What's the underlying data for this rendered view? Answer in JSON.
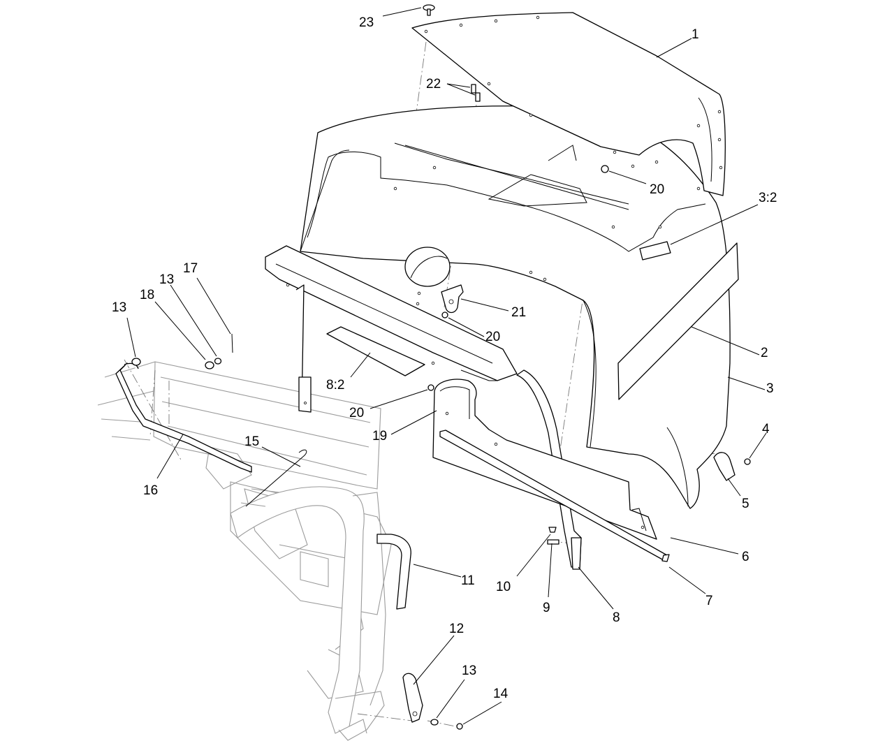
{
  "diagram": {
    "callouts": [
      {
        "id": "c1",
        "text": "1"
      },
      {
        "id": "c2",
        "text": "2"
      },
      {
        "id": "c3",
        "text": "3"
      },
      {
        "id": "c3b",
        "text": "3:2"
      },
      {
        "id": "c4",
        "text": "4"
      },
      {
        "id": "c5",
        "text": "5"
      },
      {
        "id": "c6",
        "text": "6"
      },
      {
        "id": "c7",
        "text": "7"
      },
      {
        "id": "c8",
        "text": "8"
      },
      {
        "id": "c8b",
        "text": "8:2"
      },
      {
        "id": "c9",
        "text": "9"
      },
      {
        "id": "c10",
        "text": "10"
      },
      {
        "id": "c11",
        "text": "11"
      },
      {
        "id": "c12",
        "text": "12"
      },
      {
        "id": "c13a",
        "text": "13"
      },
      {
        "id": "c13b",
        "text": "13"
      },
      {
        "id": "c13c",
        "text": "13"
      },
      {
        "id": "c14",
        "text": "14"
      },
      {
        "id": "c15",
        "text": "15"
      },
      {
        "id": "c16",
        "text": "16"
      },
      {
        "id": "c17",
        "text": "17"
      },
      {
        "id": "c18",
        "text": "18"
      },
      {
        "id": "c19",
        "text": "19"
      },
      {
        "id": "c20a",
        "text": "20"
      },
      {
        "id": "c20b",
        "text": "20"
      },
      {
        "id": "c20c",
        "text": "20"
      },
      {
        "id": "c21",
        "text": "21"
      },
      {
        "id": "c22",
        "text": "22"
      },
      {
        "id": "c23",
        "text": "23"
      }
    ]
  }
}
